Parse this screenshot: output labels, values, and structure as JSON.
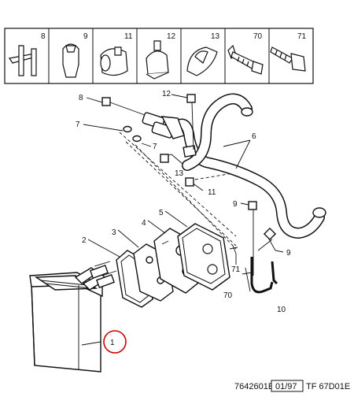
{
  "parts_table": {
    "labels": [
      "8",
      "9",
      "11",
      "12",
      "13",
      "70",
      "71"
    ]
  },
  "callouts": {
    "c1": "1",
    "c2": "2",
    "c3": "3",
    "c4": "4",
    "c5": "5",
    "c6": "6",
    "c7a": "7",
    "c7b": "7",
    "c8": "8",
    "c9a": "9",
    "c9b": "9",
    "c10": "10",
    "c11": "11",
    "c12": "12",
    "c13": "13",
    "c70": "70",
    "c71": "71"
  },
  "footer": {
    "ref_code": "7642601E",
    "date": "01/97",
    "tf_code": "TF 67D01E"
  },
  "colors": {
    "line": "#111111",
    "highlight_circle": "#cc0000"
  }
}
